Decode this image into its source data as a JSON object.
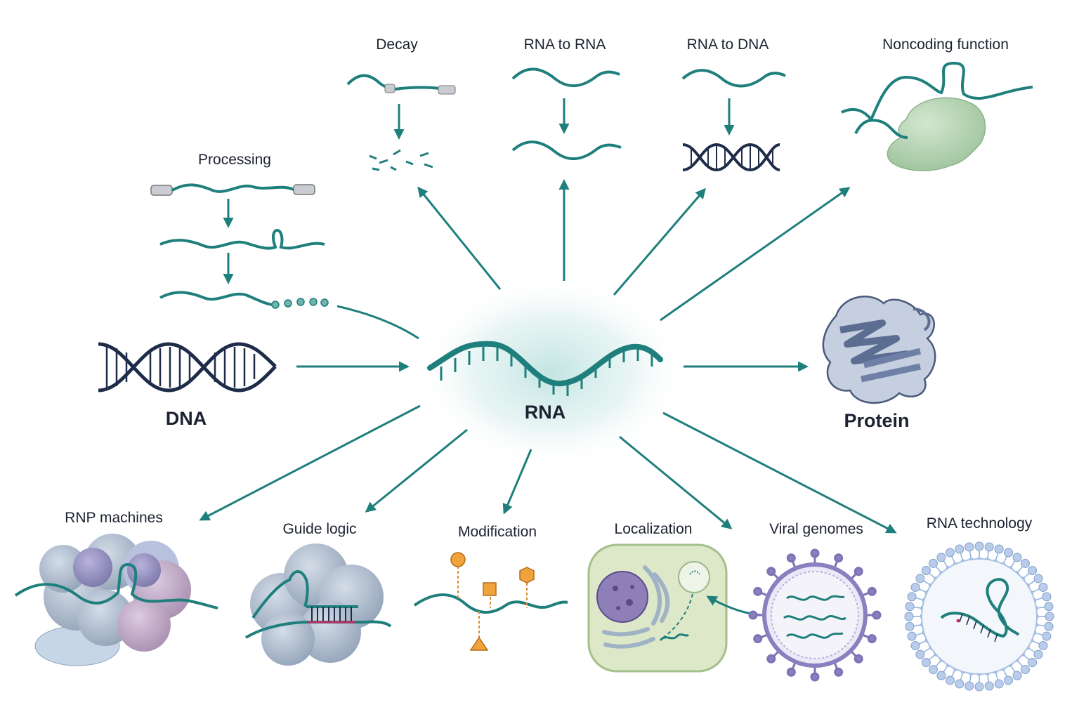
{
  "colors": {
    "rna": "#1f7f7c",
    "dna": "#1e2c4a",
    "protein": "#7d8fb0",
    "arrow": "#1f7f7c",
    "modification": "#d98a2a",
    "cell": "#d7e6c4",
    "virus": "#8a80c0",
    "lipid": "#8fb0de",
    "glow": "#bfe3e0"
  },
  "center": {
    "label": "RNA"
  },
  "nodes": [
    {
      "id": "dna",
      "label": "DNA",
      "icon": "dna-helix-icon"
    },
    {
      "id": "protein",
      "label": "Protein",
      "icon": "protein-fold-icon"
    },
    {
      "id": "processing",
      "label": "Processing",
      "icon": "rna-processing-icon"
    },
    {
      "id": "decay",
      "label": "Decay",
      "icon": "rna-decay-icon"
    },
    {
      "id": "rna-to-rna",
      "label": "RNA to RNA",
      "icon": "rna-copy-icon"
    },
    {
      "id": "rna-to-dna",
      "label": "RNA to DNA",
      "icon": "reverse-transcription-icon"
    },
    {
      "id": "noncoding",
      "label": "Noncoding function",
      "icon": "noncoding-rna-icon"
    },
    {
      "id": "rnp",
      "label": "RNP machines",
      "icon": "rnp-complex-icon"
    },
    {
      "id": "guide",
      "label": "Guide logic",
      "icon": "guide-rna-icon"
    },
    {
      "id": "modification",
      "label": "Modification",
      "icon": "rna-modification-icon"
    },
    {
      "id": "localization",
      "label": "Localization",
      "icon": "cell-localization-icon"
    },
    {
      "id": "viral",
      "label": "Viral genomes",
      "icon": "virus-icon"
    },
    {
      "id": "technology",
      "label": "RNA technology",
      "icon": "lipid-nanoparticle-icon"
    }
  ]
}
